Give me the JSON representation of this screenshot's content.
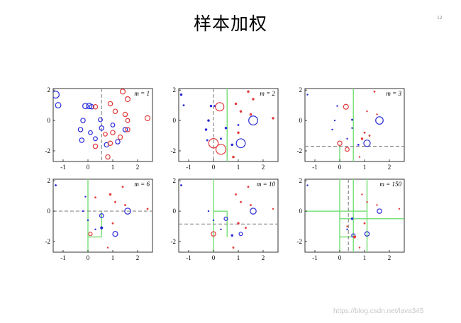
{
  "title": "样本加权",
  "page_number": "12",
  "watermark": "https://blog.csdn.net/lava345",
  "colors": {
    "class_a": "#2a2ad8",
    "class_b": "#e23a3a",
    "boundary": "#7de07d",
    "current": "#8a8a8a"
  },
  "chart_data": [
    {
      "type": "scatter",
      "label": "m = 1",
      "xlim": [
        -1.4,
        2.6
      ],
      "ylim": [
        -2.7,
        2.1
      ],
      "xticks": [
        "-1",
        "0",
        "1",
        "2"
      ],
      "yticks": [
        "2",
        "0",
        "-2"
      ],
      "series": [
        {
          "class": "blue",
          "points": [
            [
              -1.3,
              1.7,
              0.14
            ],
            [
              -1.2,
              1.0,
              0.11
            ],
            [
              -0.1,
              0.95,
              0.11
            ],
            [
              0.05,
              0.95,
              0.11
            ],
            [
              0.15,
              0.9,
              0.09
            ],
            [
              -0.2,
              0.0,
              0.09
            ],
            [
              -0.3,
              -0.6,
              0.09
            ],
            [
              -0.25,
              -1.3,
              0.09
            ],
            [
              0.1,
              -0.8,
              0.08
            ],
            [
              0.55,
              -0.5,
              0.09
            ],
            [
              0.5,
              0.05,
              0.08
            ],
            [
              0.75,
              -1.6,
              0.09
            ],
            [
              1.2,
              -1.4,
              0.09
            ],
            [
              0.3,
              -1.2,
              0.08
            ],
            [
              1.5,
              -0.6,
              0.09
            ],
            [
              1.0,
              -0.3,
              0.08
            ]
          ]
        },
        {
          "class": "red",
          "points": [
            [
              0.3,
              0.9,
              0.09
            ],
            [
              1.4,
              1.9,
              0.1
            ],
            [
              1.6,
              1.4,
              0.1
            ],
            [
              0.9,
              1.1,
              0.09
            ],
            [
              1.1,
              0.6,
              0.09
            ],
            [
              1.5,
              0.4,
              0.09
            ],
            [
              1.6,
              -0.6,
              0.09
            ],
            [
              1.0,
              -0.8,
              0.09
            ],
            [
              0.7,
              -0.9,
              0.08
            ],
            [
              1.3,
              -1.1,
              0.09
            ],
            [
              2.4,
              0.15,
              0.1
            ],
            [
              0.3,
              -1.7,
              0.09
            ],
            [
              0.9,
              -1.5,
              0.09
            ],
            [
              0.8,
              -2.4,
              0.09
            ],
            [
              1.6,
              0.0,
              0.08
            ]
          ]
        }
      ],
      "lines": [
        {
          "kind": "current",
          "axis": "x",
          "value": 0.55,
          "range": [
            -2.7,
            2.1
          ]
        }
      ]
    },
    {
      "type": "scatter",
      "label": "m = 2",
      "xlim": [
        -1.4,
        2.6
      ],
      "ylim": [
        -2.7,
        2.1
      ],
      "xticks": [
        "-1",
        "0",
        "1",
        "2"
      ],
      "yticks": [
        "2",
        "0",
        "-2"
      ],
      "series": [
        {
          "class": "blue",
          "points": [
            [
              -1.3,
              1.7,
              0.05
            ],
            [
              -1.2,
              1.0,
              0.04
            ],
            [
              -0.1,
              0.95,
              0.05
            ],
            [
              0.05,
              0.95,
              0.04
            ],
            [
              -0.2,
              0.0,
              0.05
            ],
            [
              -0.3,
              -0.6,
              0.05
            ],
            [
              -0.25,
              -1.3,
              0.04
            ],
            [
              0.5,
              -0.5,
              0.05
            ],
            [
              0.75,
              -1.6,
              0.05
            ],
            [
              1.1,
              -1.5,
              0.18
            ],
            [
              1.6,
              0.0,
              0.18
            ],
            [
              1.0,
              -0.3,
              0.04
            ],
            [
              0.3,
              -1.2,
              0.04
            ]
          ]
        },
        {
          "class": "red",
          "points": [
            [
              0.25,
              0.9,
              0.17
            ],
            [
              0.0,
              -1.5,
              0.19
            ],
            [
              0.3,
              -1.9,
              0.2
            ],
            [
              1.4,
              1.9,
              0.05
            ],
            [
              1.6,
              1.4,
              0.05
            ],
            [
              1.1,
              0.6,
              0.05
            ],
            [
              1.5,
              0.4,
              0.05
            ],
            [
              1.0,
              -0.8,
              0.05
            ],
            [
              0.8,
              -2.4,
              0.05
            ],
            [
              2.4,
              0.15,
              0.05
            ],
            [
              0.9,
              1.1,
              0.05
            ]
          ]
        }
      ],
      "lines": [
        {
          "kind": "boundary",
          "axis": "x",
          "value": 0.55,
          "range": [
            -2.7,
            2.1
          ]
        },
        {
          "kind": "current",
          "axis": "x",
          "value": 0.0,
          "range": [
            -2.7,
            2.1
          ]
        }
      ]
    },
    {
      "type": "scatter",
      "label": "m = 3",
      "xlim": [
        -1.4,
        2.6
      ],
      "ylim": [
        -2.7,
        2.1
      ],
      "xticks": [
        "-1",
        "0",
        "1",
        "2"
      ],
      "yticks": [
        "2",
        "0",
        "-2"
      ],
      "series": [
        {
          "class": "blue",
          "points": [
            [
              -1.3,
              1.7,
              0.03
            ],
            [
              -0.1,
              0.95,
              0.03
            ],
            [
              -0.2,
              0.0,
              0.03
            ],
            [
              -0.3,
              -0.6,
              0.03
            ],
            [
              0.5,
              -0.5,
              0.03
            ],
            [
              0.5,
              0.05,
              0.04
            ],
            [
              0.75,
              -1.6,
              0.04
            ],
            [
              1.1,
              -1.5,
              0.13
            ],
            [
              1.6,
              0.0,
              0.15
            ],
            [
              0.3,
              -1.2,
              0.03
            ]
          ]
        },
        {
          "class": "red",
          "points": [
            [
              0.25,
              0.9,
              0.1
            ],
            [
              0.0,
              -1.5,
              0.09
            ],
            [
              0.3,
              -1.9,
              0.08
            ],
            [
              1.4,
              1.9,
              0.04
            ],
            [
              1.1,
              0.6,
              0.03
            ],
            [
              1.5,
              0.4,
              0.03
            ],
            [
              1.0,
              -0.8,
              0.04
            ],
            [
              0.8,
              -2.4,
              0.03
            ],
            [
              0.9,
              -1.2,
              0.05
            ],
            [
              1.2,
              -1.0,
              0.04
            ]
          ]
        }
      ],
      "lines": [
        {
          "kind": "boundary",
          "axis": "x",
          "value": 0.55,
          "range": [
            -2.7,
            2.1
          ]
        },
        {
          "kind": "boundary",
          "axis": "x",
          "value": 0.0,
          "range": [
            -2.7,
            -1.7
          ]
        },
        {
          "kind": "current",
          "axis": "y",
          "value": -1.7,
          "range": [
            -1.4,
            2.6
          ]
        }
      ]
    },
    {
      "type": "scatter",
      "label": "m = 6",
      "xlim": [
        -1.4,
        2.6
      ],
      "ylim": [
        -2.7,
        2.1
      ],
      "xticks": [
        "-1",
        "0",
        "1",
        "2"
      ],
      "yticks": [
        "2",
        "0",
        "-2"
      ],
      "series": [
        {
          "class": "blue",
          "points": [
            [
              -1.3,
              1.7,
              0.04
            ],
            [
              -0.1,
              0.95,
              0.03
            ],
            [
              -0.2,
              0.0,
              0.03
            ],
            [
              0.0,
              -0.6,
              0.03
            ],
            [
              0.55,
              -0.3,
              0.08
            ],
            [
              0.55,
              -1.1,
              0.06
            ],
            [
              1.1,
              -1.5,
              0.1
            ],
            [
              1.6,
              0.0,
              0.12
            ],
            [
              0.3,
              -1.2,
              0.03
            ]
          ]
        },
        {
          "class": "red",
          "points": [
            [
              0.1,
              -1.5,
              0.07
            ],
            [
              0.9,
              1.1,
              0.05
            ],
            [
              1.4,
              1.6,
              0.04
            ],
            [
              0.3,
              0.9,
              0.04
            ],
            [
              1.1,
              0.6,
              0.04
            ],
            [
              1.5,
              0.4,
              0.04
            ],
            [
              1.0,
              -0.8,
              0.04
            ],
            [
              2.4,
              0.15,
              0.04
            ],
            [
              0.8,
              -2.4,
              0.03
            ]
          ]
        }
      ],
      "lines": [
        {
          "kind": "boundary",
          "axis": "x",
          "value": 0.0,
          "range": [
            -2.7,
            2.1
          ]
        },
        {
          "kind": "boundary",
          "axis": "x",
          "value": 0.55,
          "range": [
            -1.7,
            0.0
          ]
        },
        {
          "kind": "boundary",
          "axis": "y",
          "value": -1.7,
          "range": [
            0.0,
            0.55
          ]
        },
        {
          "kind": "current",
          "axis": "y",
          "value": 0.0,
          "range": [
            -1.4,
            2.6
          ]
        }
      ]
    },
    {
      "type": "scatter",
      "label": "m = 10",
      "xlim": [
        -1.4,
        2.6
      ],
      "ylim": [
        -2.7,
        2.1
      ],
      "xticks": [
        "-1",
        "0",
        "1",
        "2"
      ],
      "yticks": [
        "2",
        "0",
        "-2"
      ],
      "series": [
        {
          "class": "blue",
          "points": [
            [
              -1.3,
              1.7,
              0.04
            ],
            [
              -0.2,
              0.0,
              0.03
            ],
            [
              0.0,
              -0.6,
              0.03
            ],
            [
              0.5,
              -0.5,
              0.07
            ],
            [
              0.75,
              -1.6,
              0.05
            ],
            [
              1.1,
              -1.5,
              0.07
            ],
            [
              1.6,
              0.0,
              0.12
            ],
            [
              0.3,
              -1.2,
              0.03
            ]
          ]
        },
        {
          "class": "red",
          "points": [
            [
              0.0,
              -1.5,
              0.09
            ],
            [
              0.9,
              1.1,
              0.04
            ],
            [
              1.4,
              1.6,
              0.04
            ],
            [
              1.1,
              0.6,
              0.04
            ],
            [
              1.5,
              0.4,
              0.04
            ],
            [
              1.0,
              -0.8,
              0.05
            ],
            [
              1.3,
              -1.1,
              0.04
            ],
            [
              0.8,
              -2.4,
              0.04
            ],
            [
              2.4,
              0.15,
              0.03
            ]
          ]
        }
      ],
      "lines": [
        {
          "kind": "boundary",
          "axis": "x",
          "value": 0.0,
          "range": [
            -2.7,
            2.1
          ]
        },
        {
          "kind": "boundary",
          "axis": "y",
          "value": 0.0,
          "range": [
            0.0,
            0.55
          ]
        },
        {
          "kind": "boundary",
          "axis": "x",
          "value": 0.55,
          "range": [
            -1.7,
            0.0
          ]
        },
        {
          "kind": "current",
          "axis": "y",
          "value": -0.85,
          "range": [
            -1.4,
            2.6
          ]
        }
      ]
    },
    {
      "type": "scatter",
      "label": "m = 150",
      "xlim": [
        -1.4,
        2.6
      ],
      "ylim": [
        -2.7,
        2.1
      ],
      "xticks": [
        "-1",
        "0",
        "1",
        "2"
      ],
      "yticks": [
        "2",
        "0",
        "-2"
      ],
      "series": [
        {
          "class": "blue",
          "points": [
            [
              -1.3,
              1.7,
              0.03
            ],
            [
              0.5,
              -0.5,
              0.05
            ],
            [
              0.55,
              -1.6,
              0.07
            ],
            [
              1.1,
              -1.5,
              0.09
            ],
            [
              1.6,
              0.0,
              0.09
            ],
            [
              0.3,
              -1.2,
              0.03
            ]
          ]
        },
        {
          "class": "red",
          "points": [
            [
              0.6,
              -1.7,
              0.06
            ],
            [
              0.9,
              1.1,
              0.03
            ],
            [
              1.1,
              0.6,
              0.03
            ],
            [
              1.5,
              0.4,
              0.03
            ],
            [
              1.0,
              -0.8,
              0.04
            ],
            [
              0.8,
              -2.4,
              0.03
            ],
            [
              2.4,
              0.15,
              0.03
            ],
            [
              0.3,
              -1.0,
              0.03
            ]
          ]
        }
      ],
      "lines": [
        {
          "kind": "boundary",
          "axis": "x",
          "value": 0.0,
          "range": [
            -2.7,
            2.1
          ]
        },
        {
          "kind": "boundary",
          "axis": "x",
          "value": 0.55,
          "range": [
            -2.7,
            2.1
          ]
        },
        {
          "kind": "boundary",
          "axis": "x",
          "value": 1.1,
          "range": [
            -2.7,
            2.1
          ]
        },
        {
          "kind": "boundary",
          "axis": "y",
          "value": -0.5,
          "range": [
            0.0,
            2.6
          ]
        },
        {
          "kind": "boundary",
          "axis": "y",
          "value": 0.0,
          "range": [
            -1.4,
            1.1
          ]
        },
        {
          "kind": "boundary",
          "axis": "y",
          "value": -1.7,
          "range": [
            0.0,
            0.55
          ]
        },
        {
          "kind": "current",
          "axis": "x",
          "value": 0.35,
          "range": [
            -2.7,
            2.1
          ]
        }
      ]
    }
  ]
}
